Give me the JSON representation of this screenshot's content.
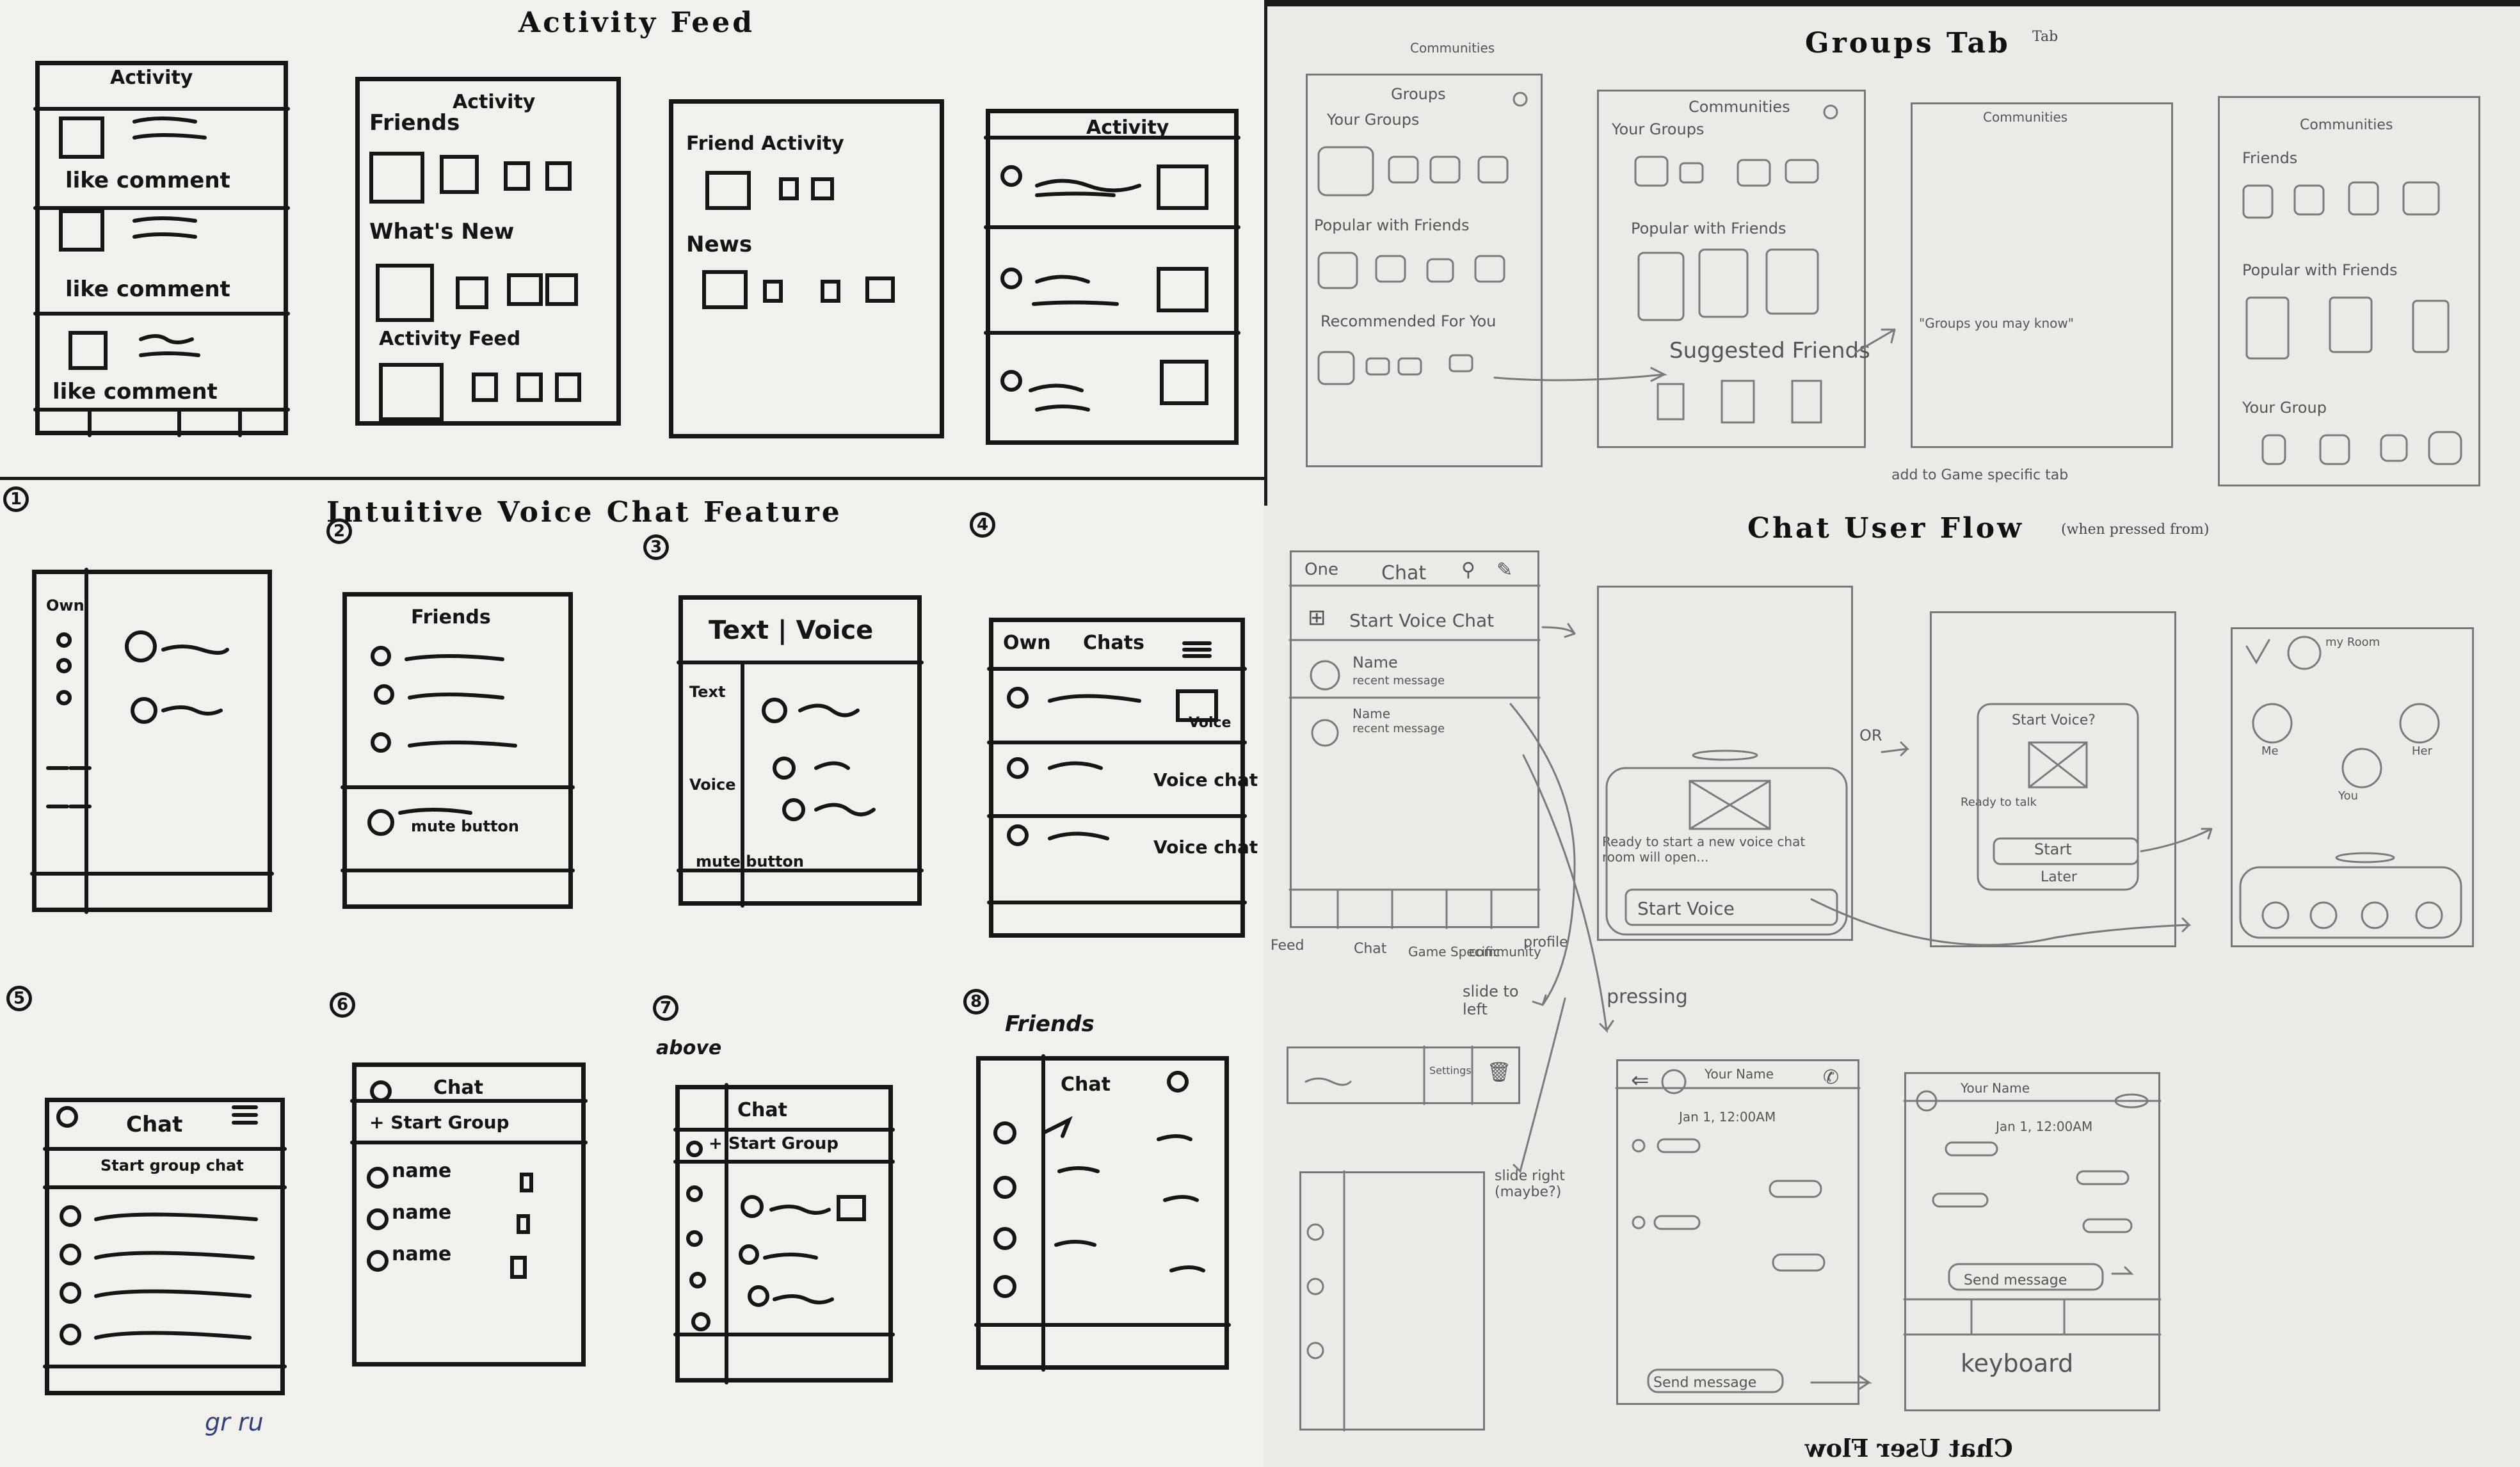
{
  "sections": {
    "activity_feed": {
      "title": "Activity Feed",
      "frames": [
        {
          "header": "Activity",
          "rows": [
            {
              "actions": "like comment"
            },
            {
              "actions": "like comment"
            },
            {
              "actions": "like comment"
            }
          ]
        },
        {
          "header": "Activity",
          "labels": [
            "Friends",
            "What's New",
            "Activity Feed"
          ]
        },
        {
          "labels": [
            "Friend Activity",
            "News"
          ]
        },
        {
          "header": "Activity"
        }
      ]
    },
    "groups_tab": {
      "title": "Groups Tab",
      "corner_note": "Tab",
      "frames": [
        {
          "tab_note": "Communities",
          "header": "Groups",
          "labels": [
            "Your Groups",
            "Popular with Friends",
            "Recommended For You"
          ]
        },
        {
          "header": "Communities",
          "labels": [
            "Your Groups",
            "Popular with Friends",
            "Suggested Friends"
          ],
          "bottom_note": "add to Game specific tab"
        },
        {
          "header": "Communities",
          "quote": "\"Groups you may know\""
        },
        {
          "header": "Communities",
          "labels": [
            "Friends",
            "Popular with Friends",
            "Your Group"
          ]
        }
      ]
    },
    "voice_chat": {
      "title": "Intuitive Voice Chat Feature",
      "frames": [
        {
          "number": "1",
          "sidebar_label": "Own"
        },
        {
          "number": "2",
          "header": "Friends",
          "footer_label": "mute button"
        },
        {
          "number": "3",
          "header": "Text | Voice",
          "sidebar_labels": [
            "Text",
            "Voice"
          ],
          "footer_label": "mute button"
        },
        {
          "number": "4",
          "header": "Chats",
          "header_prefix": "Own",
          "row_labels": [
            "Voice",
            "Voice chat",
            "Voice chat"
          ]
        },
        {
          "number": "5",
          "header": "Chat",
          "row1": "Start group chat"
        },
        {
          "number": "6",
          "header": "Chat",
          "row1": "+ Start Group",
          "names": [
            "name",
            "name",
            "name"
          ]
        },
        {
          "number": "7",
          "header": "Chat",
          "row1": "+ Start Group",
          "annotation": "above"
        },
        {
          "number": "8",
          "header": "Chat",
          "annotation": "Friends"
        }
      ]
    },
    "chat_user_flow": {
      "title": "Chat User Flow",
      "subtitle": "(when pressed from)",
      "main_chat": {
        "header": "Chat",
        "header_prefix": "One",
        "start_voice": "Start Voice Chat",
        "messages": [
          {
            "name": "Name",
            "preview": "recent message"
          },
          {
            "name": "Name",
            "preview": "recent message"
          }
        ],
        "tab_labels": [
          "Feed",
          "Chat",
          "Game Specific",
          "community",
          "profile"
        ]
      },
      "popup_voice": {
        "text": "Ready to start a new voice chat room will open...",
        "button": "Start Voice"
      },
      "or_label": "OR",
      "dialog": {
        "title": "Start Voice?",
        "text": "Ready to talk",
        "button": "Start",
        "secondary": "Later"
      },
      "voice_room": {
        "header": "my Room",
        "participants": [
          "Me",
          "Her",
          "You"
        ]
      },
      "pressing_label": "pressing",
      "slide_left": "slide to left",
      "slide_right": "slide right (maybe?)",
      "swipe_bar": {
        "button": "Settings"
      },
      "convo": {
        "name": "Your Name",
        "date": "Jan 1, 12:00AM",
        "input": "Send message"
      },
      "convo_keyboard": {
        "name": "Your Name",
        "date": "Jan 1, 12:00AM",
        "input": "Send message",
        "keyboard": "keyboard"
      },
      "footer_mirror": "Chat User Flow"
    },
    "signature": "gr ru"
  },
  "colors": {
    "paper": "#f1f0ec",
    "marker": "#161616",
    "pencil": "#777777",
    "background": "#1a1a1a"
  }
}
